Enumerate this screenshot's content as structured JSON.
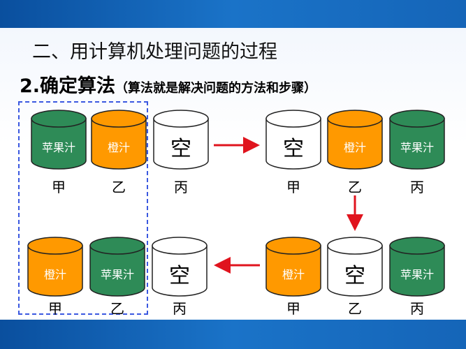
{
  "heading": "二、用计算机处理问题的过程",
  "subheading": {
    "main": "2.确定算法",
    "note": "（算法就是解决问题的方法和步骤）"
  },
  "colors": {
    "green": "#2e8b57",
    "orange": "#ff9900",
    "white": "#ffffff",
    "arrow": "#e0141e",
    "dashed": "#3a58e0",
    "band": "#1565b8"
  },
  "states": [
    {
      "cups": [
        {
          "name": "甲",
          "content": "苹果汁",
          "fill": "green"
        },
        {
          "name": "乙",
          "content": "橙汁",
          "fill": "orange"
        },
        {
          "name": "丙",
          "content": "空",
          "fill": "white"
        }
      ]
    },
    {
      "cups": [
        {
          "name": "甲",
          "content": "空",
          "fill": "white"
        },
        {
          "name": "乙",
          "content": "橙汁",
          "fill": "orange"
        },
        {
          "name": "丙",
          "content": "苹果汁",
          "fill": "green"
        }
      ]
    },
    {
      "cups": [
        {
          "name": "甲",
          "content": "橙汁",
          "fill": "orange"
        },
        {
          "name": "乙",
          "content": "空",
          "fill": "white"
        },
        {
          "name": "丙",
          "content": "苹果汁",
          "fill": "green"
        }
      ]
    },
    {
      "cups": [
        {
          "name": "甲",
          "content": "橙汁",
          "fill": "orange"
        },
        {
          "name": "乙",
          "content": "苹果汁",
          "fill": "green"
        },
        {
          "name": "丙",
          "content": "空",
          "fill": "white"
        }
      ]
    }
  ]
}
